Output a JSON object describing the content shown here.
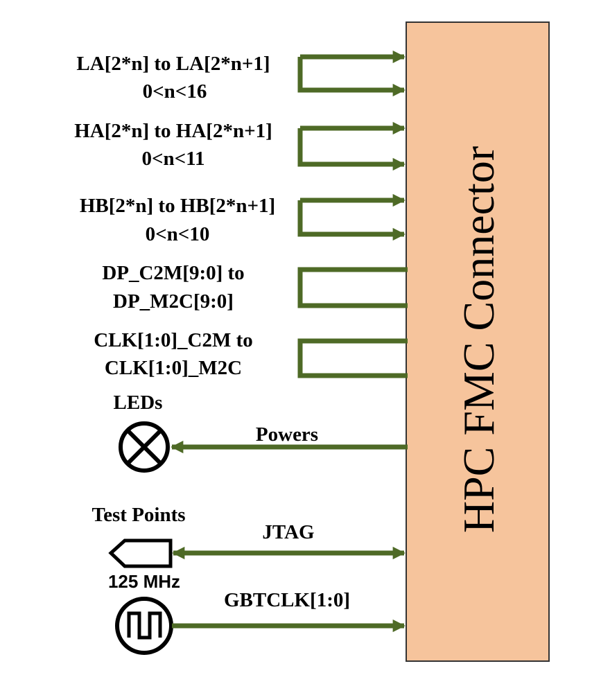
{
  "connector": {
    "label": "HPC FMC Connector",
    "fill_color": "#f6c49c",
    "stroke_color": "#333333"
  },
  "colors": {
    "arrow": "#4e6a26"
  },
  "loopbacks": [
    {
      "line1": "LA[2*n] to LA[2*n+1]",
      "line2": "0<n<16",
      "arrowheads": true
    },
    {
      "line1": "HA[2*n] to HA[2*n+1]",
      "line2": "0<n<11",
      "arrowheads": true
    },
    {
      "line1": "HB[2*n] to HB[2*n+1]",
      "line2": "0<n<10",
      "arrowheads": true
    },
    {
      "line1": "DP_C2M[9:0] to",
      "line2": "DP_M2C[9:0]",
      "arrowheads": false
    },
    {
      "line1": "CLK[1:0]_C2M to",
      "line2": "CLK[1:0]_M2C",
      "arrowheads": false
    }
  ],
  "leds": {
    "label": "LEDs",
    "signal": "Powers",
    "icon": "lamp-icon"
  },
  "test_points": {
    "label": "Test Points",
    "signal": "JTAG",
    "icon": "connector-tag-icon"
  },
  "clock": {
    "label": "125 MHz",
    "signal": "GBTCLK[1:0]",
    "icon": "square-wave-oscillator-icon"
  }
}
